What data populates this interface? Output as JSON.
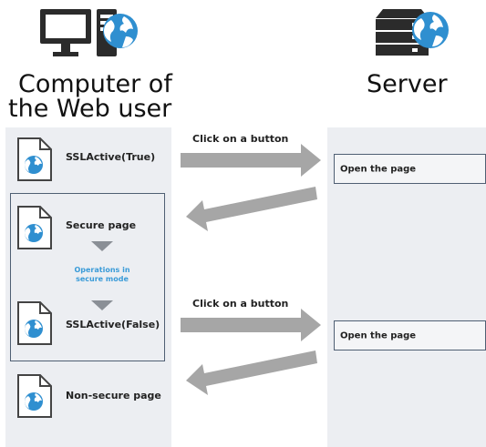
{
  "left_column": {
    "title_line1": "Computer of",
    "title_line2": "the Web user",
    "pages": [
      {
        "label": "SSLActive(True)"
      },
      {
        "label": "Secure page"
      },
      {
        "label": "SSLActive(False)"
      },
      {
        "label": "Non-secure page"
      }
    ],
    "secure_mode_line1": "Operations in",
    "secure_mode_line2": "secure mode"
  },
  "right_column": {
    "title": "Server",
    "boxes": [
      {
        "label": "Open the page"
      },
      {
        "label": "Open the page"
      }
    ]
  },
  "arrows": {
    "request1_label": "Click on a button",
    "request2_label": "Click on a button"
  },
  "colors": {
    "panel": "#eceef2",
    "arrow": "#a6a6a6",
    "border": "#4f5f73",
    "globe": "#2f8fd0",
    "secure_text": "#3a9bd8"
  }
}
